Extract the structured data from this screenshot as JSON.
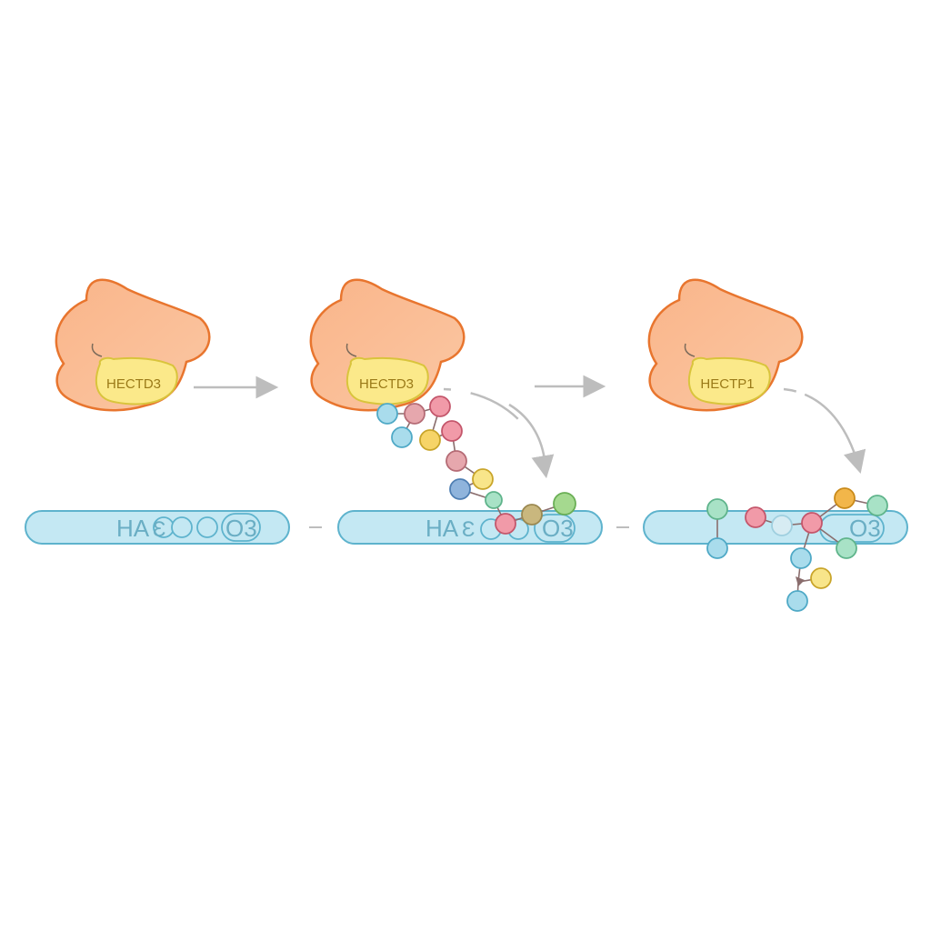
{
  "diagram": {
    "colors": {
      "enzyme_fill": "#f9b88e",
      "enzyme_stroke": "#e8752e",
      "domain_fill": "#fbe98a",
      "domain_stroke": "#d9c43c",
      "domain_text": "#9a7a18",
      "substrate_fill": "#c4e8f3",
      "substrate_stroke": "#5eb3cd",
      "substrate_text": "#6aaec4",
      "arrow": "#bdbdbd",
      "linker": "#8a6d6d"
    },
    "panels": [
      {
        "enzyme_label": "HECTD3",
        "substrate_left": "HA",
        "substrate_mid": "Ɛ",
        "substrate_right": "O3"
      },
      {
        "enzyme_label": "HECTD3",
        "substrate_left": "HA",
        "substrate_mid": "Ɛ",
        "substrate_right": "O3"
      },
      {
        "enzyme_label": "HECTP1",
        "substrate_left": "",
        "substrate_mid": "",
        "substrate_right": "O3"
      }
    ],
    "ubiquitin_palette": [
      "#a9dcec",
      "#f19aa8",
      "#e6a7ad",
      "#f6d467",
      "#8fb4dc",
      "#a8e2c6",
      "#c9b77e",
      "#a5d98f",
      "#f2b64a"
    ]
  }
}
